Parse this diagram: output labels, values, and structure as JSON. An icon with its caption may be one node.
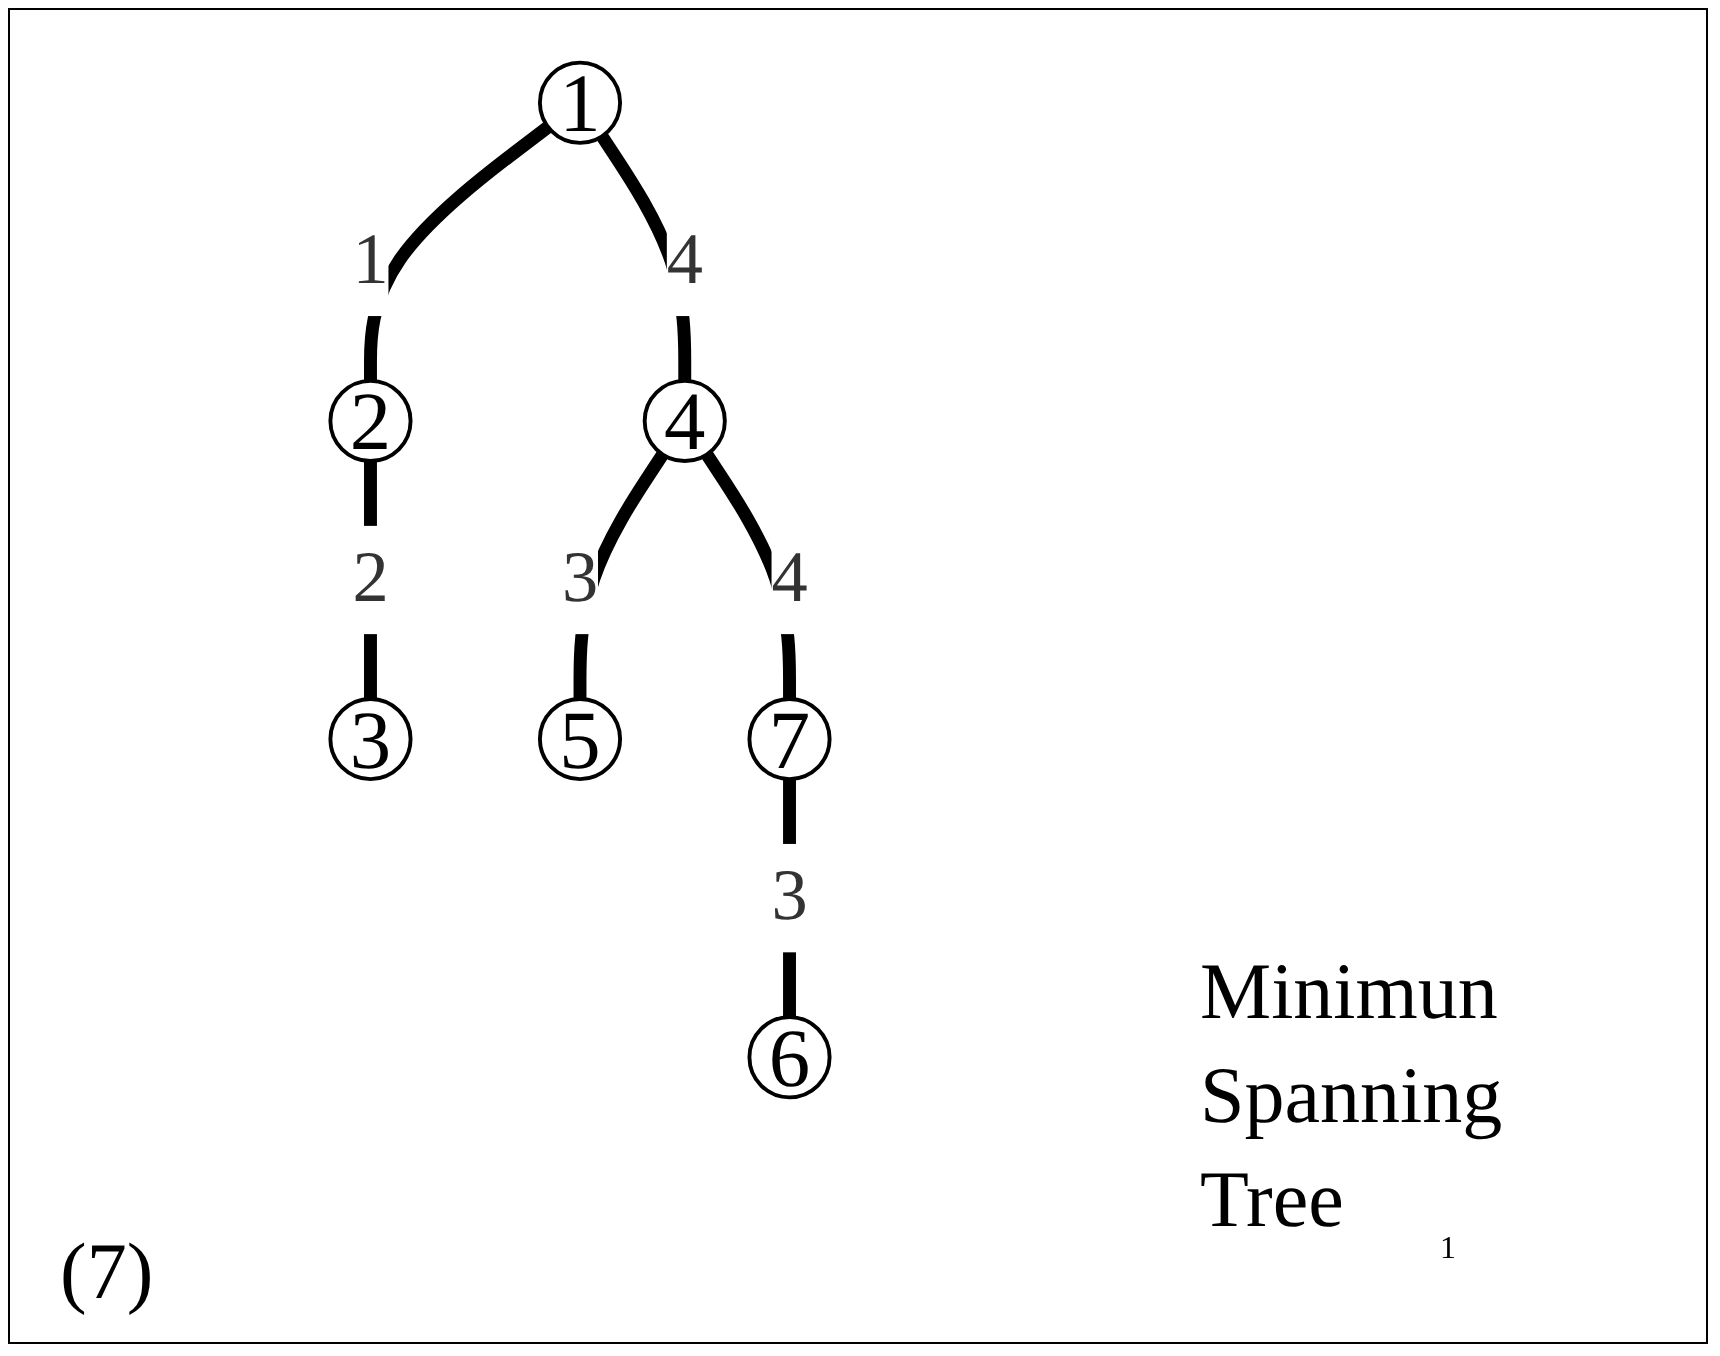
{
  "diagram": {
    "nodes": [
      {
        "text": [
          "1"
        ]
      },
      {
        "text": [
          "2"
        ]
      },
      {
        "text": [
          "3"
        ]
      },
      {
        "text": [
          "4"
        ]
      },
      {
        "text": [
          "5"
        ]
      },
      {
        "text": [
          "6"
        ]
      },
      {
        "text": [
          "7"
        ]
      }
    ],
    "edges": [
      {
        "from": 0,
        "to": 1,
        "arrow": "none",
        "label": "1"
      },
      {
        "from": 1,
        "to": 2,
        "arrow": "none",
        "label": "2"
      },
      {
        "from": 0,
        "to": 3,
        "arrow": "none",
        "label": "4"
      },
      {
        "from": 3,
        "to": 4,
        "arrow": "none",
        "label": "3"
      },
      {
        "from": 3,
        "to": 6,
        "arrow": "none",
        "label": "4"
      },
      {
        "from": 6,
        "to": 5,
        "arrow": "none",
        "label": "3"
      }
    ],
    "labels": [
      "(7)",
      "Minimun Spanning Tree",
      "1"
    ]
  }
}
